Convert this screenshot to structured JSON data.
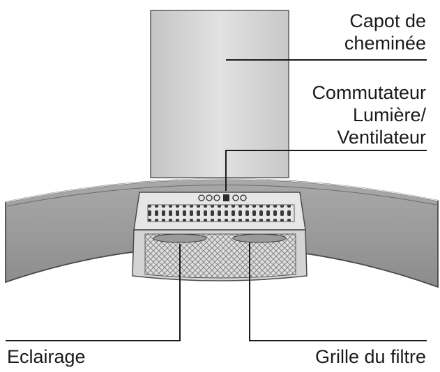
{
  "labels": {
    "chimney_line1": "Capot de",
    "chimney_line2": "cheminée",
    "switch_line1": "Commutateur",
    "switch_line2": "Lumière/",
    "switch_line3": "Ventilateur",
    "lighting": "Eclairage",
    "filter": "Grille du filtre"
  }
}
